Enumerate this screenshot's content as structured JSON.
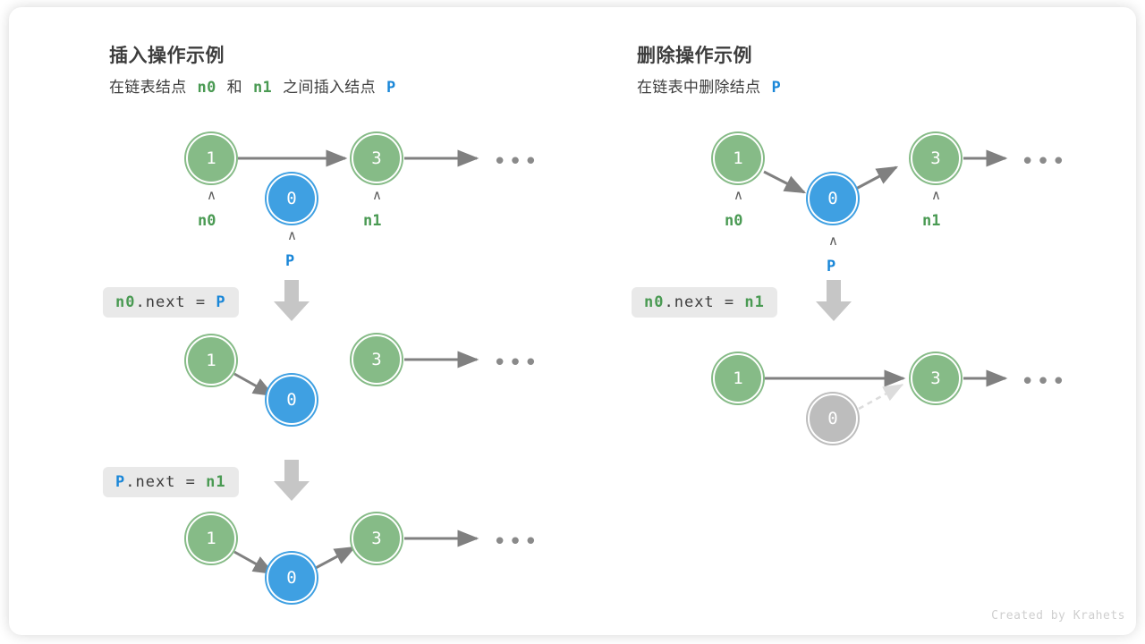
{
  "footer": {
    "credit": "Created by Krahets"
  },
  "colors": {
    "green": "#86bb87",
    "green_text": "#4a9a53",
    "blue": "#3fa0e2",
    "blue_text": "#1a87d8",
    "gray_node": "#bdbdbd",
    "arrow": "#808080",
    "chip_bg": "#e9e9e9",
    "text": "#3d3d3d"
  },
  "panels": {
    "insert": {
      "title": "插入操作示例",
      "subtitle": {
        "part1": "在链表结点",
        "n0": "n0",
        "part2": "和",
        "n1": "n1",
        "part3": "之间插入结点",
        "p": "P"
      },
      "steps": [
        {
          "code": {
            "target": "n0",
            "mid": ".next = ",
            "value": "P"
          },
          "nodes": [
            {
              "label": "1",
              "type": "green",
              "pointer": "n0"
            },
            {
              "label": "0",
              "type": "blue",
              "pointer": "P"
            },
            {
              "label": "3",
              "type": "green",
              "pointer": "n1"
            }
          ],
          "ellipsis": "•••"
        },
        {
          "code": {
            "target": "P",
            "mid": ".next = ",
            "value": "n1"
          },
          "nodes": [
            {
              "label": "1",
              "type": "green"
            },
            {
              "label": "0",
              "type": "blue"
            },
            {
              "label": "3",
              "type": "green"
            }
          ],
          "ellipsis": "•••"
        }
      ],
      "final": {
        "nodes": [
          {
            "label": "1",
            "type": "green"
          },
          {
            "label": "0",
            "type": "blue"
          },
          {
            "label": "3",
            "type": "green"
          }
        ],
        "ellipsis": "•••"
      }
    },
    "delete": {
      "title": "删除操作示例",
      "subtitle": {
        "part1": "在链表中删除结点",
        "p": "P"
      },
      "steps": [
        {
          "code": {
            "target": "n0",
            "mid": ".next = ",
            "value": "n1"
          },
          "nodes": [
            {
              "label": "1",
              "type": "green",
              "pointer": "n0"
            },
            {
              "label": "0",
              "type": "blue",
              "pointer": "P"
            },
            {
              "label": "3",
              "type": "green",
              "pointer": "n1"
            }
          ],
          "ellipsis": "•••"
        }
      ],
      "final": {
        "nodes": [
          {
            "label": "1",
            "type": "green"
          },
          {
            "label": "0",
            "type": "gray"
          },
          {
            "label": "3",
            "type": "green"
          }
        ],
        "ellipsis": "•••"
      }
    }
  }
}
